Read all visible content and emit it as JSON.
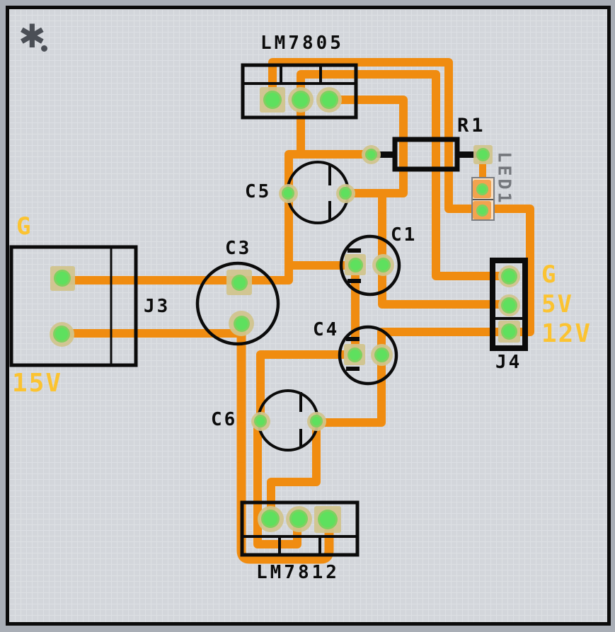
{
  "components": {
    "lm7805": {
      "label": "LM7805"
    },
    "lm7812": {
      "label": "LM7812"
    },
    "r1": {
      "label": "R1"
    },
    "led1": {
      "label": "LED1"
    },
    "c1": {
      "label": "C1"
    },
    "c3": {
      "label": "C3"
    },
    "c4": {
      "label": "C4"
    },
    "c5": {
      "label": "C5"
    },
    "c6": {
      "label": "C6"
    },
    "j3": {
      "label": "J3",
      "rail_top": "G",
      "rail_bottom": "15V"
    },
    "j4": {
      "label": "J4",
      "rails": [
        "G",
        "5V",
        "12V"
      ]
    }
  },
  "icons": {
    "splat": "✱"
  },
  "colors": {
    "trace_copper": "#F08C10",
    "pad_green": "#5EE05E",
    "pad_ring_tan": "#D1C48C",
    "rail_label_yellow": "#FBC331",
    "silkscreen_black": "#0B0B0B",
    "led_body_fill": "#F8DFC2",
    "board_background": "#D3D6DB",
    "outer_margin": "#A9AEB6"
  }
}
